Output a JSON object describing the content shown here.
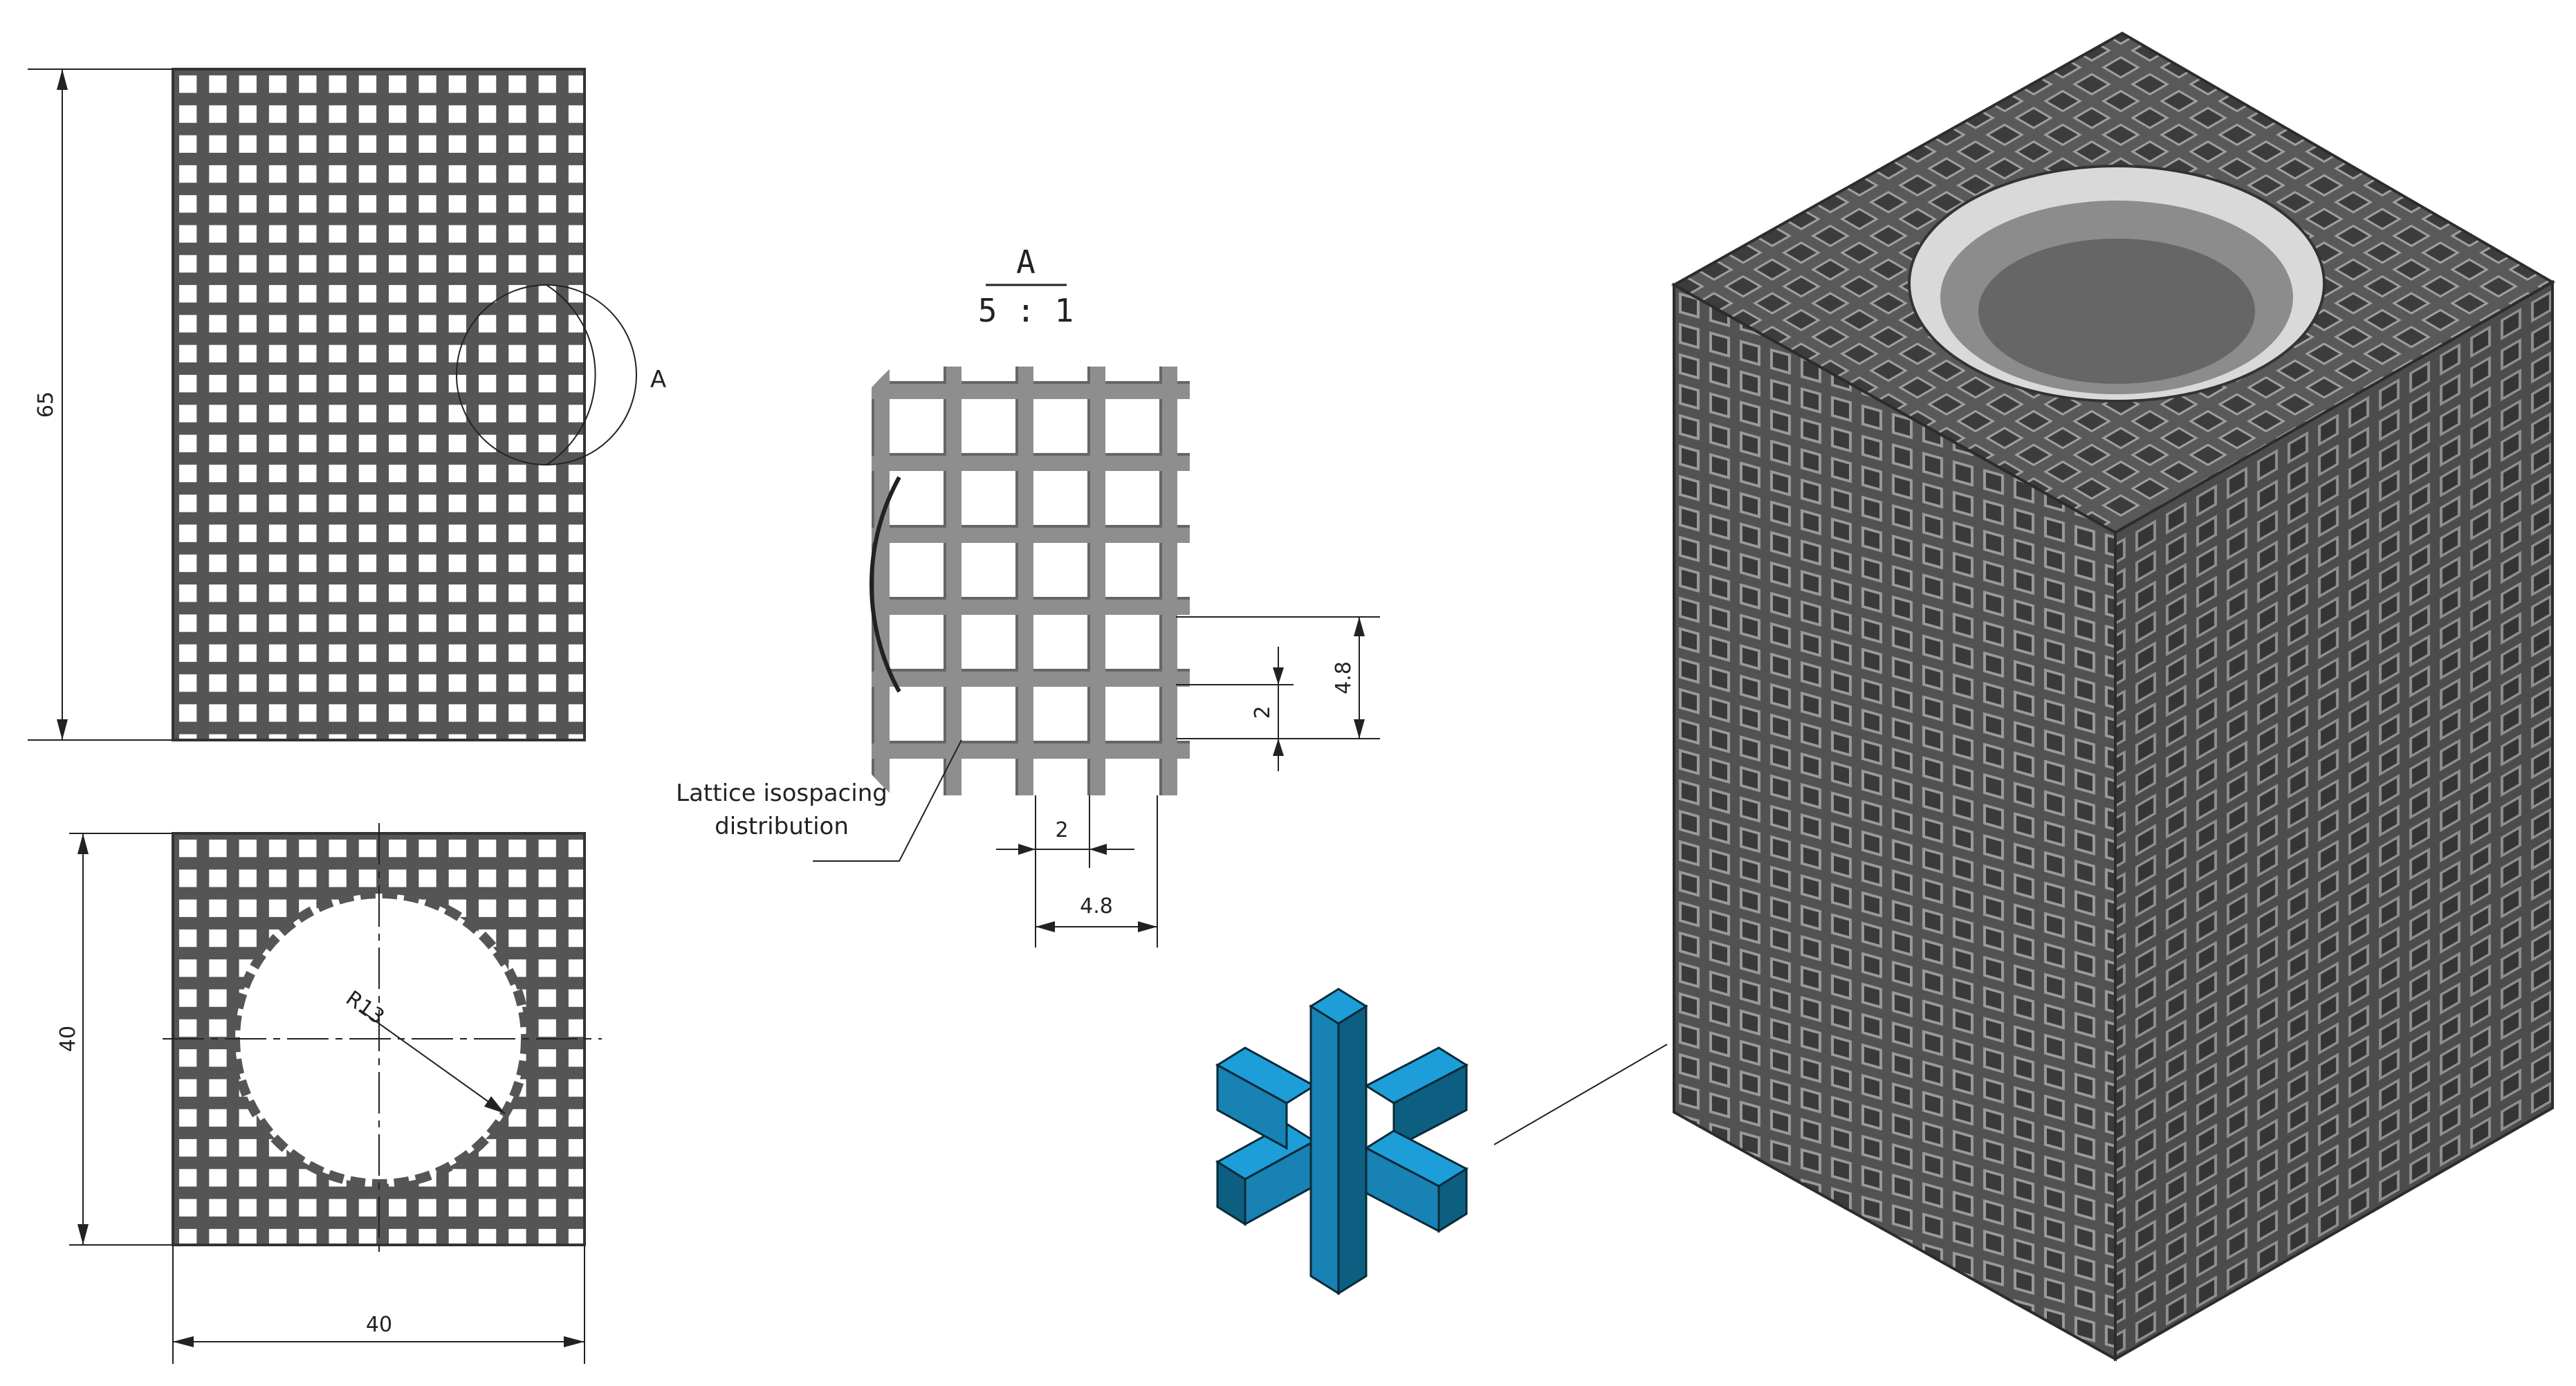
{
  "front_view": {
    "height_dim": "65",
    "detail_marker": "A"
  },
  "top_view": {
    "side_dim": "40",
    "bottom_dim": "40",
    "radius_label": "R13"
  },
  "detail_view": {
    "title": "A",
    "scale": "5 : 1",
    "pitch_v": "4.8",
    "strut_v": "2",
    "strut_h": "2",
    "pitch_h": "4.8",
    "callout_line1": "Lattice isospacing",
    "callout_line2": "distribution"
  },
  "colors": {
    "lattice_gray": "#555555",
    "lattice_face_light": "#6b6b6b",
    "lattice_face_dark": "#4a4a4a",
    "unit_cell_blue": "#1e9ed8",
    "unit_cell_blue_dark": "#0c5f80",
    "unit_cell_blue_mid": "#1782b3"
  },
  "icons": {
    "unit_cell": "cross-strut-unit-cell",
    "lattice_block": "isometric-lattice-block"
  }
}
